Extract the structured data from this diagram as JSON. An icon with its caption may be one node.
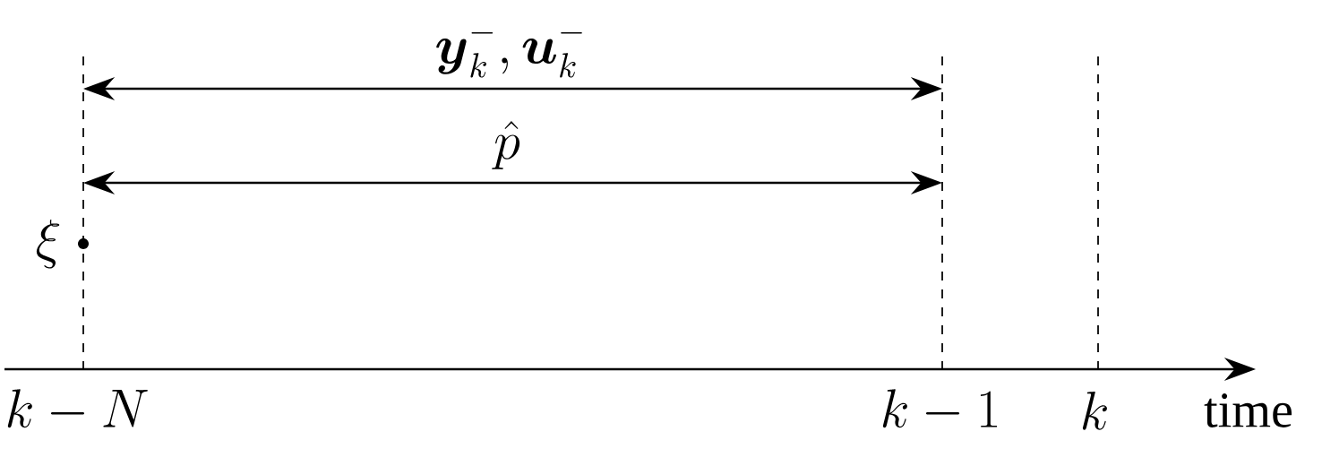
{
  "diagram": {
    "labels": [
      "\\boldsymbol{y}_k^{-}, \\boldsymbol{u}_k^{-}",
      "\\hat{p}",
      "\\xi",
      "k-N",
      "k-1",
      "k",
      "time"
    ]
  }
}
